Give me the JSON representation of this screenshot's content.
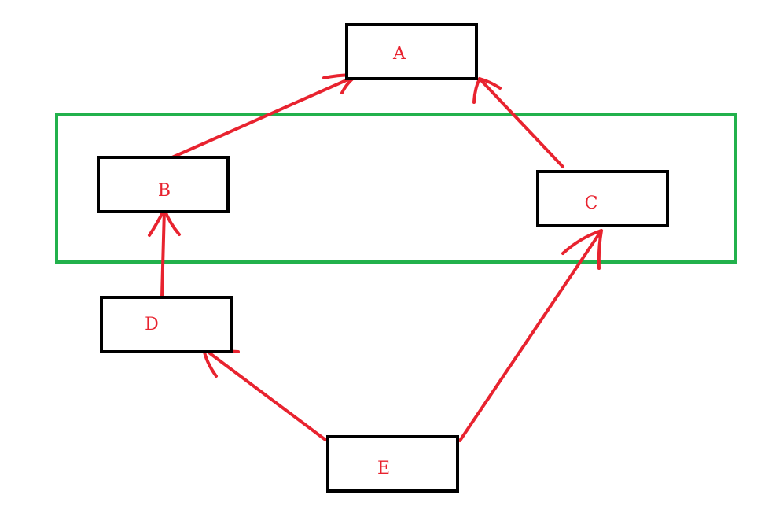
{
  "diagram": {
    "nodes": [
      {
        "id": "A",
        "label": "A"
      },
      {
        "id": "B",
        "label": "B"
      },
      {
        "id": "C",
        "label": "C"
      },
      {
        "id": "D",
        "label": "D"
      },
      {
        "id": "E",
        "label": "E"
      }
    ],
    "edges": [
      {
        "from": "B",
        "to": "A"
      },
      {
        "from": "C",
        "to": "A"
      },
      {
        "from": "D",
        "to": "B"
      },
      {
        "from": "E",
        "to": "D"
      },
      {
        "from": "E",
        "to": "C"
      }
    ],
    "group": {
      "members": [
        "B",
        "C"
      ]
    },
    "colors": {
      "box_border": "#000000",
      "label": "#e8232f",
      "arrow": "#e8232f",
      "group_border": "#22b14c"
    }
  }
}
